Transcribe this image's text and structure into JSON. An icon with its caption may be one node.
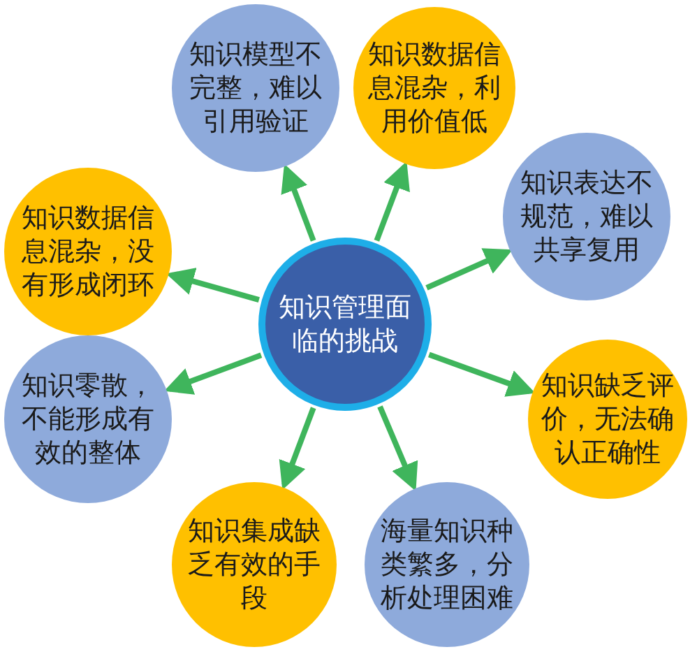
{
  "diagram": {
    "nodes": [
      {
        "text": [
          "知识管理面临的挑战"
        ]
      },
      {
        "text": [
          "知识模型不完整，难以引用验证"
        ]
      },
      {
        "text": [
          "知识数据信息混杂，利用价值低"
        ]
      },
      {
        "text": [
          "知识表达不规范，难以共享复用"
        ]
      },
      {
        "text": [
          "知识数据信息混杂，没有形成闭环"
        ]
      },
      {
        "text": [
          "知识零散，不能形成有效的整体"
        ]
      },
      {
        "text": [
          "知识缺乏评价，无法确认正确性"
        ]
      },
      {
        "text": [
          "知识集成缺乏有效的手段"
        ]
      },
      {
        "text": [
          "海量知识种类繁多，分析处理困难"
        ]
      }
    ],
    "edges": [
      {
        "from": 0,
        "to": 1,
        "arrow": "to"
      },
      {
        "from": 0,
        "to": 2,
        "arrow": "to"
      },
      {
        "from": 0,
        "to": 3,
        "arrow": "to"
      },
      {
        "from": 0,
        "to": 4,
        "arrow": "to"
      },
      {
        "from": 0,
        "to": 5,
        "arrow": "to"
      },
      {
        "from": 0,
        "to": 6,
        "arrow": "to"
      },
      {
        "from": 0,
        "to": 7,
        "arrow": "to"
      },
      {
        "from": 0,
        "to": 8,
        "arrow": "to"
      }
    ]
  }
}
